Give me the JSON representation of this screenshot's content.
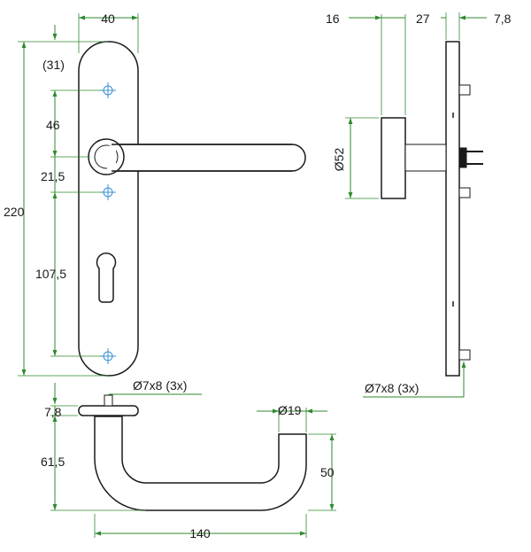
{
  "dimensions": {
    "plate_width": "40",
    "plate_height": "220",
    "top_offset": "(31)",
    "hole_to_lever": "46",
    "lever_to_hole": "21,5",
    "hole_to_hole": "107,5",
    "rose_diameter": "Ø52",
    "side_rose": "16",
    "side_lever": "27",
    "side_plate": "7,8",
    "side_bolts": "Ø7x8 (3x)",
    "top_bolts": "Ø7x8 (3x)",
    "top_plate": "7,8",
    "lever_rise": "61,5",
    "lever_diameter": "Ø19",
    "lever_drop": "50",
    "lever_length": "140"
  },
  "colors": {
    "dimension_lines": "#2e8a2e",
    "outline": "#1a1a1a",
    "screw_holes": "#3a8fd6"
  },
  "icons": {
    "screw_hole": "crosshair-target-icon",
    "arrow": "arrowhead-icon"
  }
}
